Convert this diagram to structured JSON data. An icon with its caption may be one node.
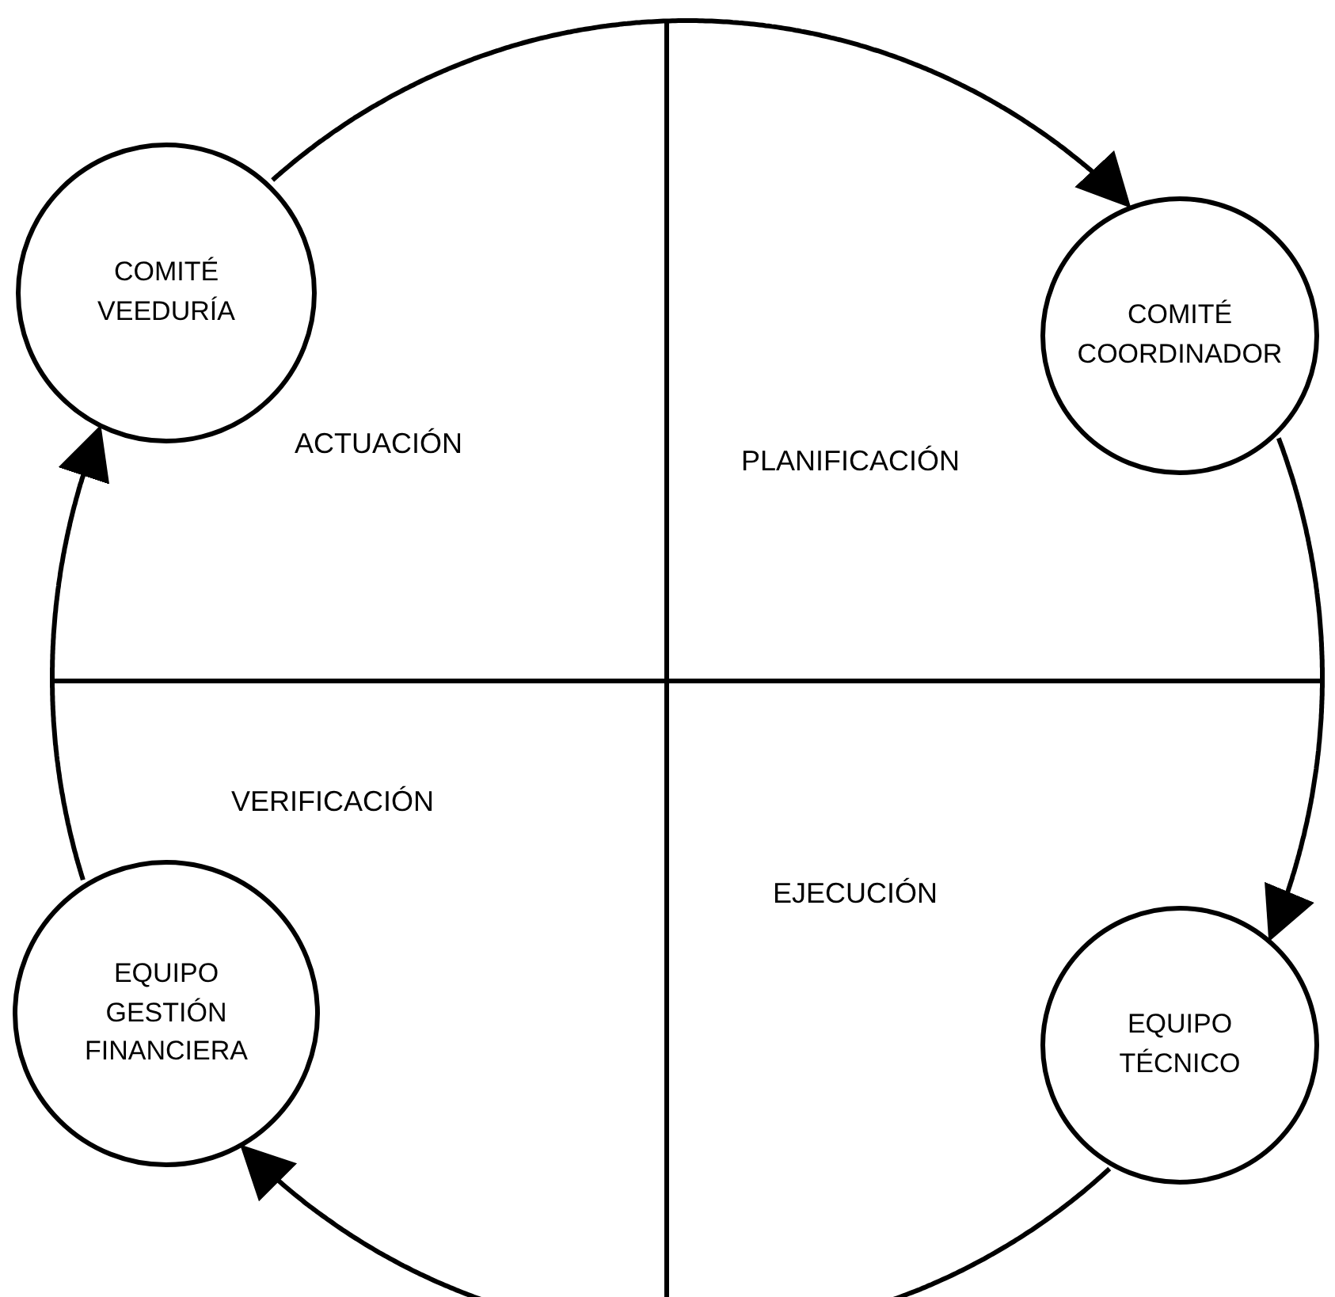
{
  "diagram": {
    "nodes": [
      {
        "text": [
          "COMITÉ VEEDURÍA"
        ]
      },
      {
        "text": [
          "COMITÉ COORDINADOR"
        ]
      },
      {
        "text": [
          "EQUIPO TÉCNICO"
        ]
      },
      {
        "text": [
          "EQUIPO GESTIÓN FINANCIERA"
        ]
      }
    ],
    "edges": [
      {
        "from": 0,
        "to": 1,
        "arrow": "to"
      },
      {
        "from": 1,
        "to": 2,
        "arrow": "to"
      },
      {
        "from": 2,
        "to": 3,
        "arrow": "to"
      },
      {
        "from": 3,
        "to": 0,
        "arrow": "to"
      }
    ],
    "labels": [
      "ACTUACIÓN",
      "PLANIFICACIÓN",
      "VERIFICACIÓN",
      "EJECUCIÓN"
    ]
  }
}
